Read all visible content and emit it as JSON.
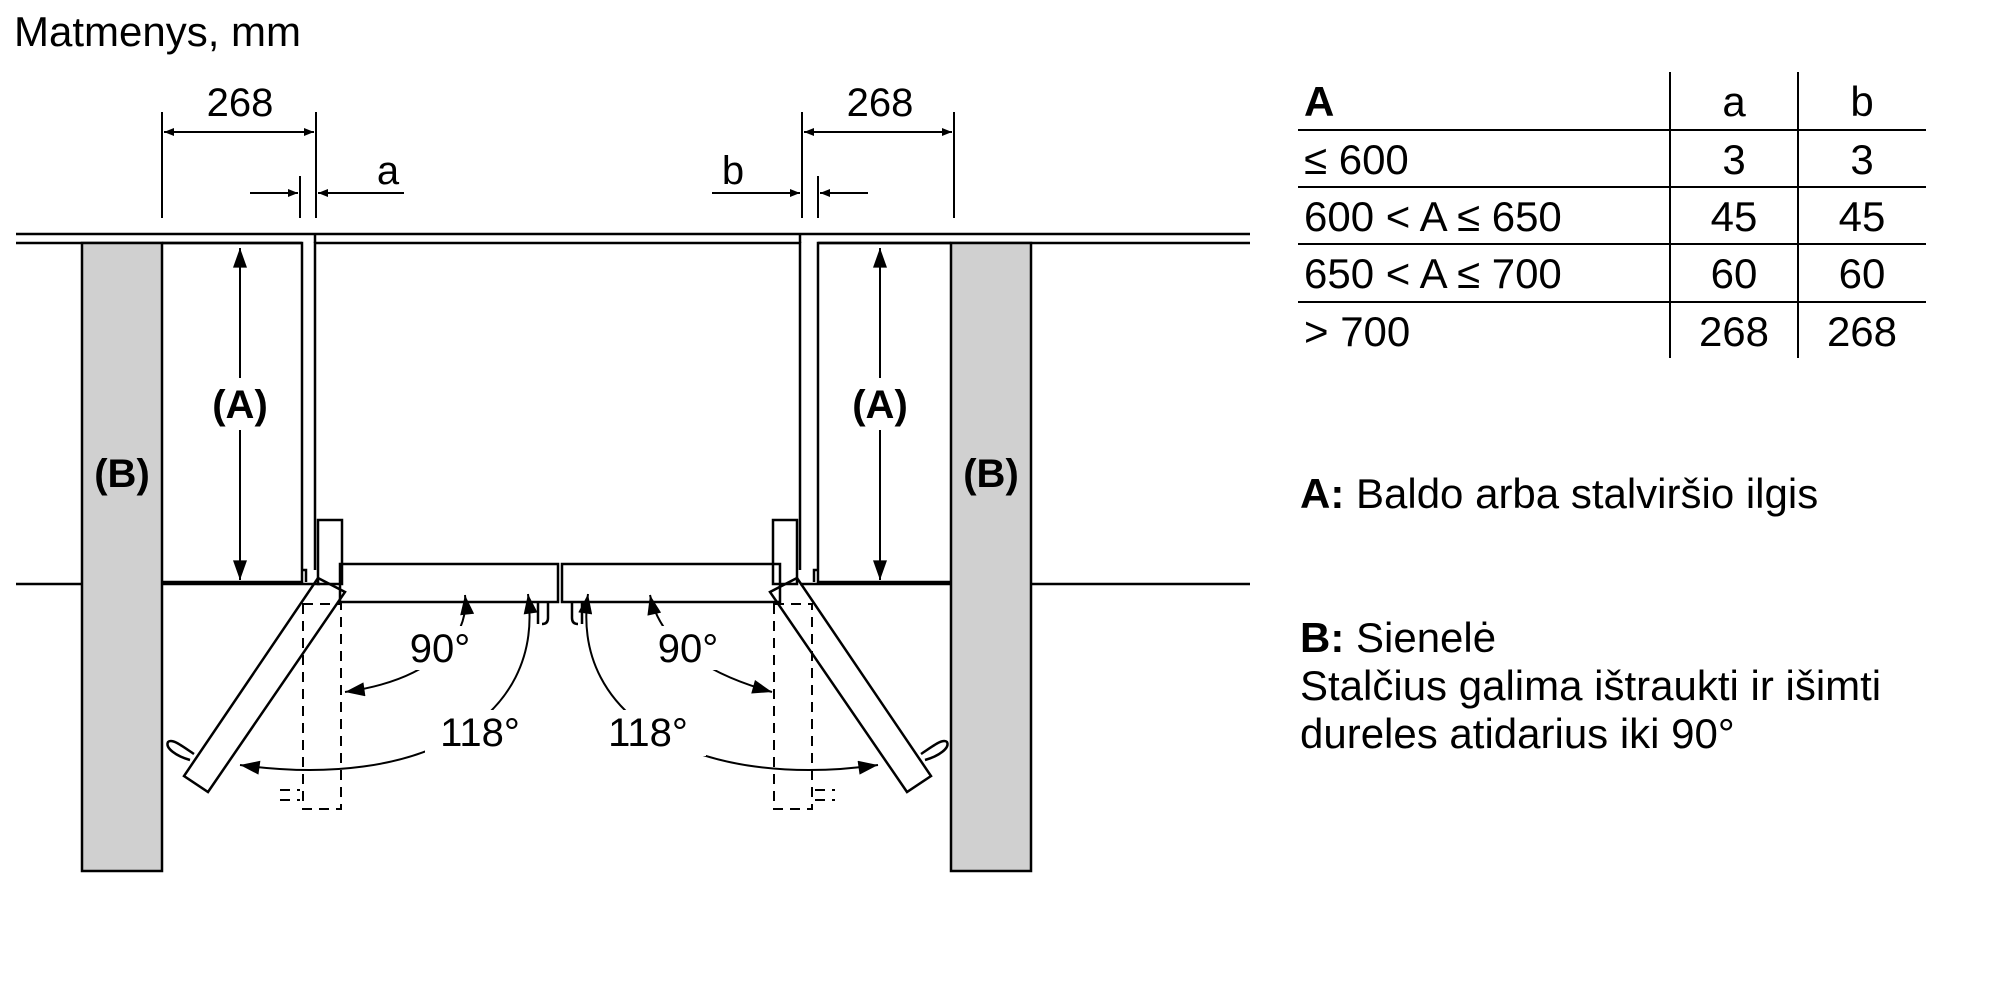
{
  "title": "Matmenys, mm",
  "dimensions": {
    "top_left_width": "268",
    "top_right_width": "268",
    "gap_left": "a",
    "gap_right": "b",
    "label_A": "(A)",
    "label_B": "(B)",
    "angle_90": "90°",
    "angle_118": "118°"
  },
  "table": {
    "headers": [
      "A",
      "a",
      "b"
    ],
    "rows": [
      [
        "≤ 600",
        "3",
        "3"
      ],
      [
        "600 < A ≤ 650",
        "45",
        "45"
      ],
      [
        "650 < A ≤ 700",
        "60",
        "60"
      ],
      [
        "> 700",
        "268",
        "268"
      ]
    ]
  },
  "legend": {
    "a_key": "A:",
    "a_text": "Baldo arba stalviršio ilgis",
    "b_key": "B:",
    "b_text": "Sienelė",
    "note_line1": "Stalčius galima ištraukti ir išimti",
    "note_line2": "dureles atidarius iki 90°"
  },
  "colors": {
    "wall_fill": "#d0d0d0",
    "line": "#000000"
  }
}
